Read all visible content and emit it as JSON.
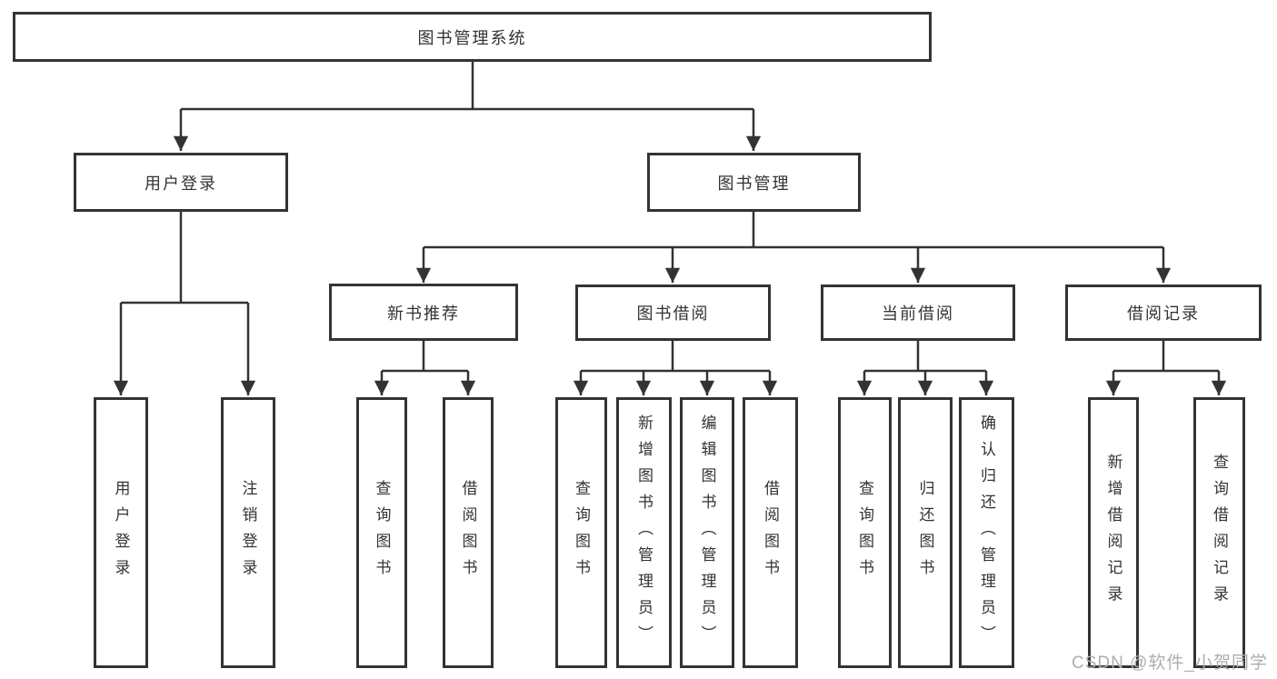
{
  "diagram": {
    "type": "hierarchy-tree",
    "root": {
      "label": "图书管理系统",
      "children": [
        {
          "label": "用户登录",
          "children": [
            {
              "label": "用户登录"
            },
            {
              "label": "注销登录"
            }
          ]
        },
        {
          "label": "图书管理",
          "children": [
            {
              "label": "新书推荐",
              "children": [
                {
                  "label": "查询图书"
                },
                {
                  "label": "借阅图书"
                }
              ]
            },
            {
              "label": "图书借阅",
              "children": [
                {
                  "label": "查询图书"
                },
                {
                  "label": "新增图书（管理员）"
                },
                {
                  "label": "编辑图书（管理员）"
                },
                {
                  "label": "借阅图书"
                }
              ]
            },
            {
              "label": "当前借阅",
              "children": [
                {
                  "label": "查询图书"
                },
                {
                  "label": "归还图书"
                },
                {
                  "label": "确认归还（管理员）"
                }
              ]
            },
            {
              "label": "借阅记录",
              "children": [
                {
                  "label": "新增借阅记录"
                },
                {
                  "label": "查询借阅记录"
                }
              ]
            }
          ]
        }
      ]
    }
  },
  "watermark": "CSDN @软件_小贺同学",
  "colors": {
    "line": "#333333",
    "box_border": "#333333",
    "text": "#333333",
    "watermark": "#aeaeae",
    "background": "#ffffff"
  }
}
